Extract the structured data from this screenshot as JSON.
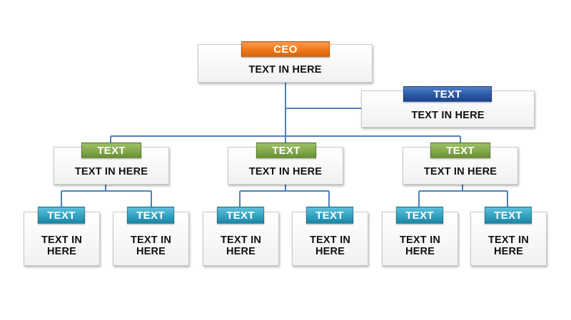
{
  "colors": {
    "connector": "#4f81bd",
    "ceo_tag": "#ef7a1a",
    "assistant_tag": "#2b5aa6",
    "manager_tag": "#83a94a",
    "staff_tag": "#33a2c2"
  },
  "ceo": {
    "tag": "CEO",
    "text": "TEXT IN HERE"
  },
  "assistant": {
    "tag": "TEXT",
    "text": "TEXT IN HERE"
  },
  "managers": [
    {
      "tag": "TEXT",
      "text": "TEXT IN HERE"
    },
    {
      "tag": "TEXT",
      "text": "TEXT IN HERE"
    },
    {
      "tag": "TEXT",
      "text": "TEXT IN HERE"
    }
  ],
  "staff": [
    {
      "tag": "TEXT",
      "line1": "TEXT IN",
      "line2": "HERE"
    },
    {
      "tag": "TEXT",
      "line1": "TEXT IN",
      "line2": "HERE"
    },
    {
      "tag": "TEXT",
      "line1": "TEXT IN",
      "line2": "HERE"
    },
    {
      "tag": "TEXT",
      "line1": "TEXT IN",
      "line2": "HERE"
    },
    {
      "tag": "TEXT",
      "line1": "TEXT IN",
      "line2": "HERE"
    },
    {
      "tag": "TEXT",
      "line1": "TEXT IN",
      "line2": "HERE"
    }
  ]
}
